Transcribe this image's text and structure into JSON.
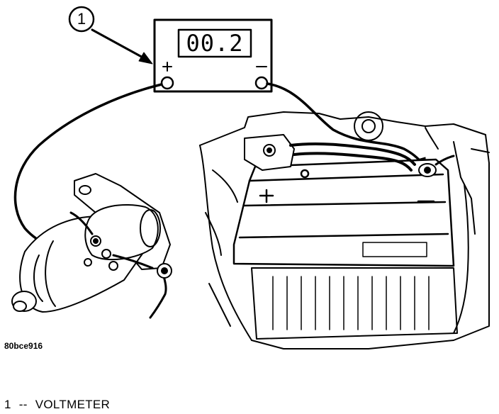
{
  "callout": {
    "number": "1"
  },
  "meter": {
    "reading": "00.2",
    "positive": "+",
    "negative": "–"
  },
  "battery": {
    "positive": "+",
    "negative": "–"
  },
  "figure_id": "80bce916",
  "legend": {
    "number": "1",
    "separator": "--",
    "text": "VOLTMETER"
  }
}
